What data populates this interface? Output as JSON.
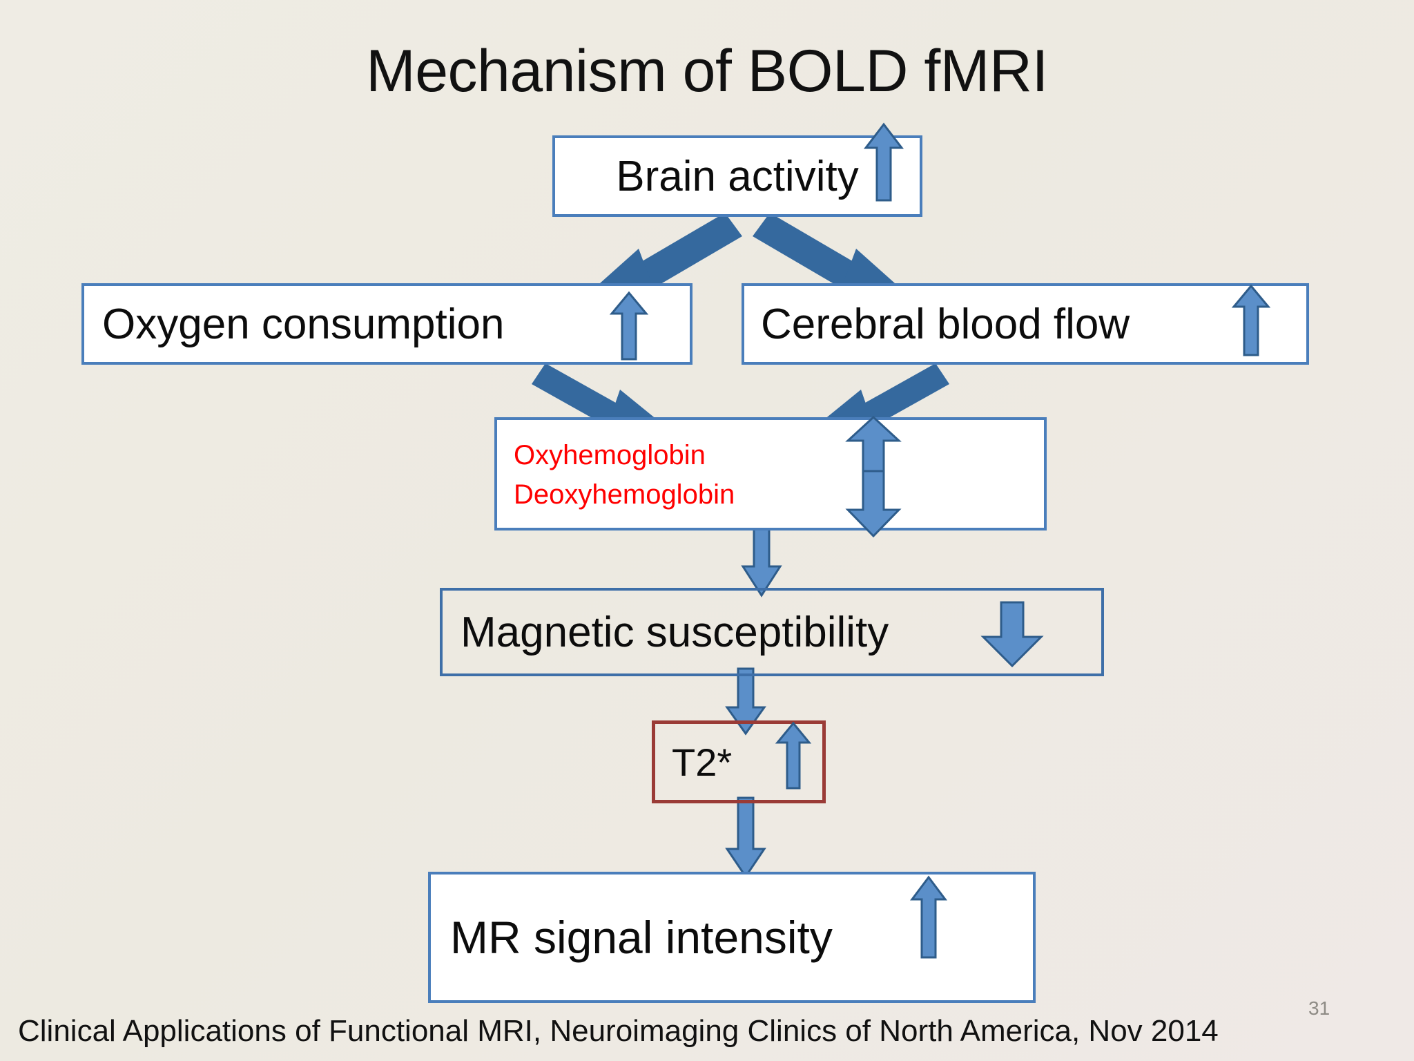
{
  "slide": {
    "title": "Mechanism of BOLD fMRI",
    "background_color": "#EDEAE1",
    "page_number": "31",
    "footer": "Clinical Applications of Functional MRI, Neuroimaging Clinics of North America, Nov 2014"
  },
  "palette": {
    "box_border_blue": "#4A7EBB",
    "box_border_blue_open": "#3E6FA8",
    "box_border_maroon": "#9A3B36",
    "box_fill_white": "#FFFFFF",
    "arrow_blue_fill": "#5B8FC9",
    "arrow_blue_outline": "#2E5C8A",
    "connector_blue": "#35699E",
    "hemoglobin_text_red": "#FF0000",
    "text_black": "#0C0C0C",
    "page_number_gray": "#8E8B85"
  },
  "nodes": {
    "brain_activity": {
      "label": "Brain activity",
      "trend": "up"
    },
    "oxygen_consumption": {
      "label": "Oxygen consumption",
      "trend": "up"
    },
    "cerebral_blood_flow": {
      "label": "Cerebral blood flow",
      "trend": "up"
    },
    "hemoglobin": {
      "line1": "Oxyhemoglobin",
      "line2": "Deoxyhemoglobin",
      "trend_line1": "up",
      "trend_line2": "down"
    },
    "magnetic_susceptibility": {
      "label": "Magnetic susceptibility",
      "trend": "down"
    },
    "t2_star": {
      "label": "T2*",
      "trend": "up"
    },
    "mr_signal_intensity": {
      "label": "MR signal intensity",
      "trend": "up"
    }
  },
  "connections": [
    {
      "from": "brain_activity",
      "to": "oxygen_consumption",
      "direction": "down-left"
    },
    {
      "from": "brain_activity",
      "to": "cerebral_blood_flow",
      "direction": "down-right"
    },
    {
      "from": "oxygen_consumption",
      "to": "hemoglobin",
      "direction": "down-right"
    },
    {
      "from": "cerebral_blood_flow",
      "to": "hemoglobin",
      "direction": "down-left"
    },
    {
      "from": "hemoglobin",
      "to": "magnetic_susceptibility",
      "direction": "down"
    },
    {
      "from": "magnetic_susceptibility",
      "to": "t2_star",
      "direction": "down"
    },
    {
      "from": "t2_star",
      "to": "mr_signal_intensity",
      "direction": "down"
    }
  ],
  "icons": {
    "up_arrow": "arrow-up-icon",
    "down_arrow": "arrow-down-icon",
    "diagonal_arrow": "arrow-diagonal-icon"
  }
}
